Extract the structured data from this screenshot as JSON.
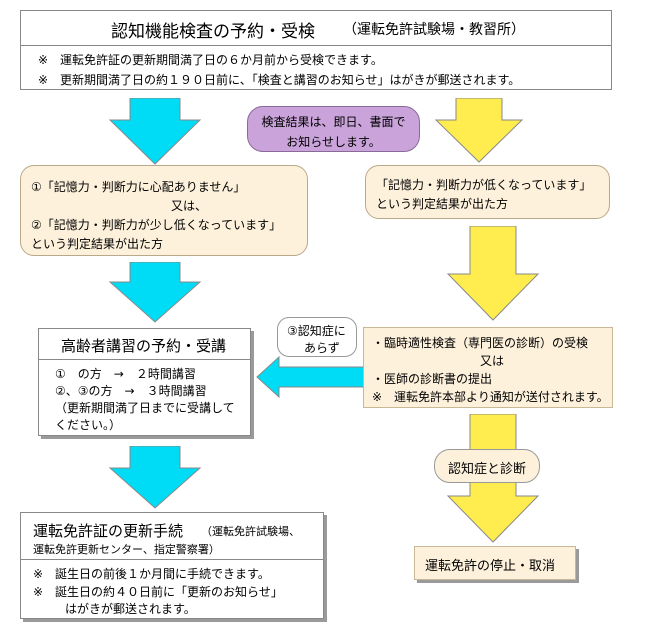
{
  "header": {
    "title": "認知機能検査の予約・受検",
    "location": "（運転免許試験場・教習所）",
    "note1": "※　運転免許証の更新期間満了日の６か月前から受検できます。",
    "note2": "※　更新期間満了日の約１９０日前に、「検査と講習のお知らせ」はがきが郵送されます。"
  },
  "result_notice": {
    "line1": "検査結果は、即日、書面で",
    "line2": "お知らせします。"
  },
  "left_result": {
    "line1": "①「記憶力・判断力に心配ありません」",
    "line2": "又は、",
    "line3": "②「記憶力・判断力が少し低くなっています」",
    "line4": "という判定結果が出た方"
  },
  "right_result": {
    "line1": "「記憶力・判断力が低くなっています」",
    "line2": "という判定結果が出た方"
  },
  "course": {
    "title": "高齢者講習の予約・受講",
    "line1": "①　の方　→　２時間講習",
    "line2": "②、③の方　→　３時間講習",
    "line3": "（更新期間満了日までに受講して",
    "line4": "ください。）"
  },
  "dementia_no": {
    "line1": "③認知症に",
    "line2": "あらず"
  },
  "aptitude": {
    "line1": "・臨時適性検査（専門医の診断）の受検",
    "line2": "又は",
    "line3": "・医師の診断書の提出",
    "line4": "※　運転免許本部より通知が送付されます。"
  },
  "dementia_diagnosis": "認知症と診断",
  "renewal": {
    "title": "運転免許証の更新手続",
    "location1": "（運転免許試験場、",
    "location2": "運転免許更新センター、指定警察署）",
    "note1": "※　誕生日の前後１か月間に手続できます。",
    "note2": "※　誕生日の約４０日前に「更新のお知らせ」",
    "note3": "はがきが郵送されます。"
  },
  "suspension": "運転免許の停止・取消",
  "colors": {
    "cyan": "#00dcf5",
    "yellow": "#ffec4f",
    "purple": "#c9a3d9",
    "cream": "#fdf1dc"
  }
}
